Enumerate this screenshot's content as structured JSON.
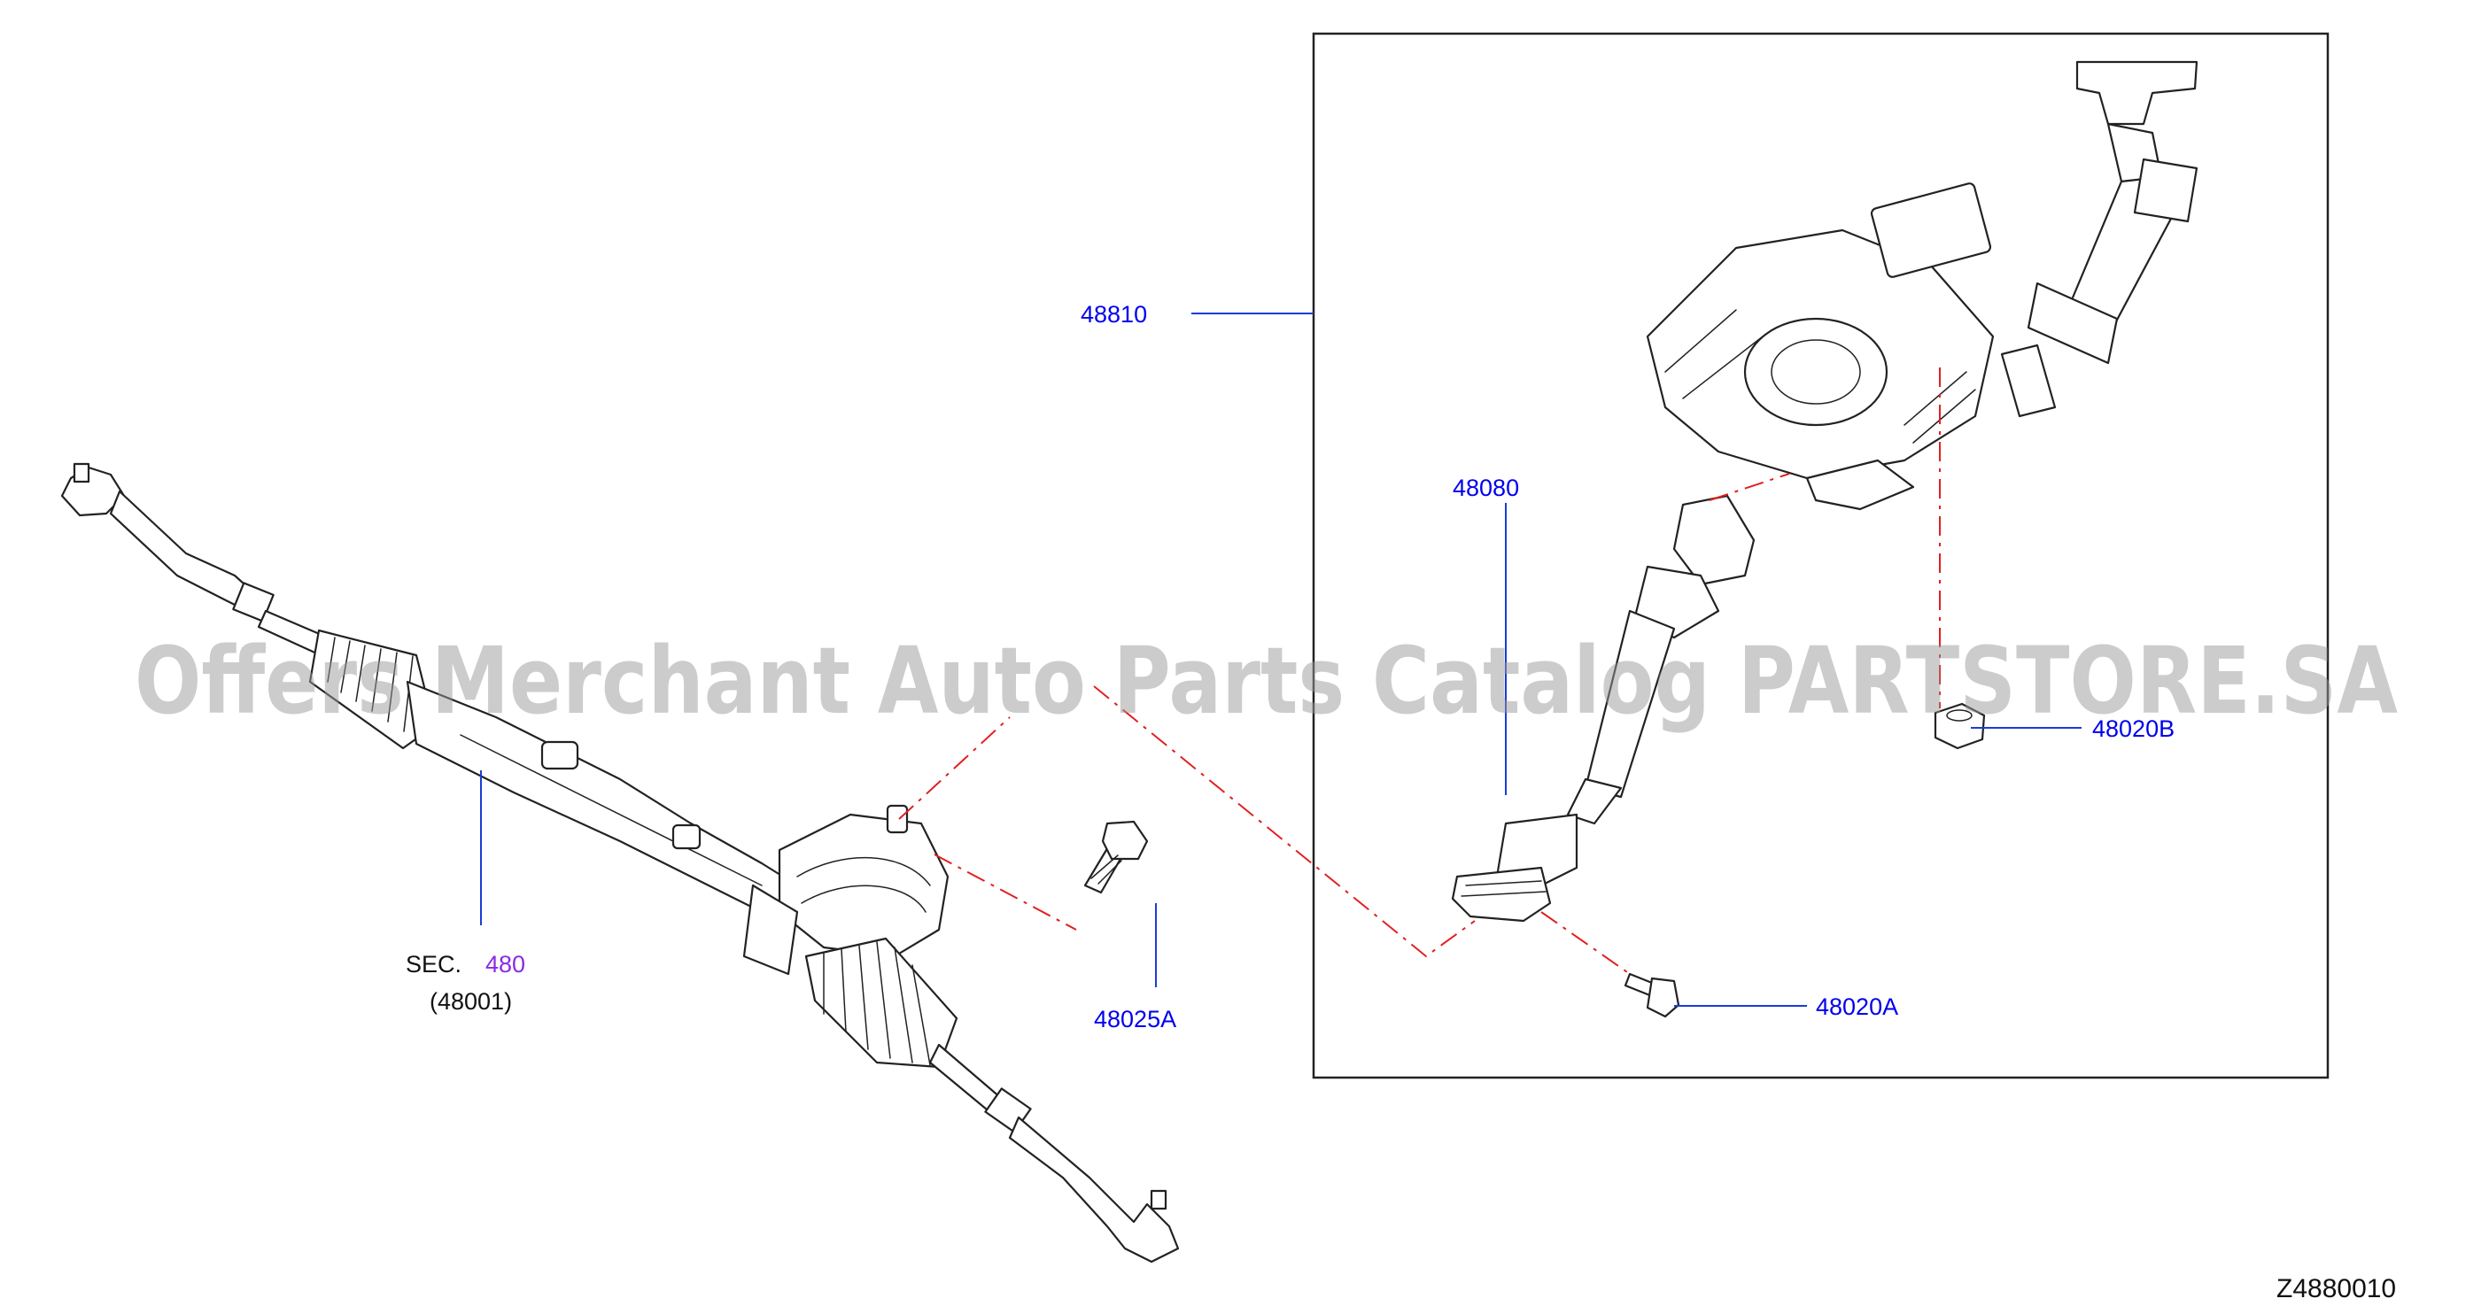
{
  "labels": {
    "p48810": "48810",
    "p48080": "48080",
    "p48020B": "48020B",
    "p48020A": "48020A",
    "p48025A": "48025A",
    "sec_prefix": "SEC.",
    "sec_num": "480",
    "sec_sub": "(48001)"
  },
  "watermark": "Offers Merchant Auto Parts Catalog PARTSTORE.SA",
  "diagram_code": "Z4880010",
  "colors": {
    "callout": "#0000ee",
    "section_ref": "#8a2be2",
    "dashed_line": "#e02020"
  }
}
